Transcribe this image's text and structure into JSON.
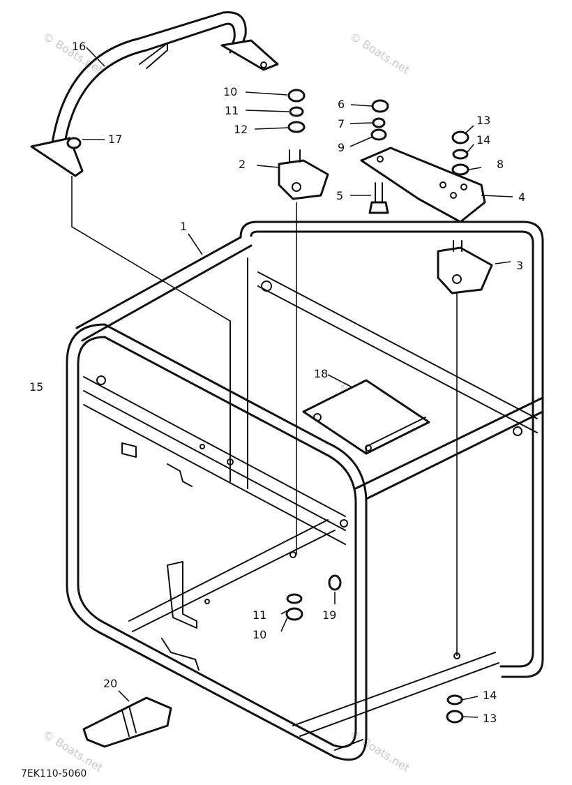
{
  "diagram_code": "7EK110-5060",
  "watermark": "© Boats.net",
  "callouts": {
    "c1": "1",
    "c2": "2",
    "c3": "3",
    "c4": "4",
    "c5": "5",
    "c6": "6",
    "c7": "7",
    "c8": "8",
    "c9": "9",
    "c10a": "10",
    "c10b": "10",
    "c11a": "11",
    "c11b": "11",
    "c12": "12",
    "c13a": "13",
    "c13b": "13",
    "c14a": "14",
    "c14b": "14",
    "c15": "15",
    "c16": "16",
    "c17": "17",
    "c18": "18",
    "c19": "19",
    "c20": "20"
  }
}
